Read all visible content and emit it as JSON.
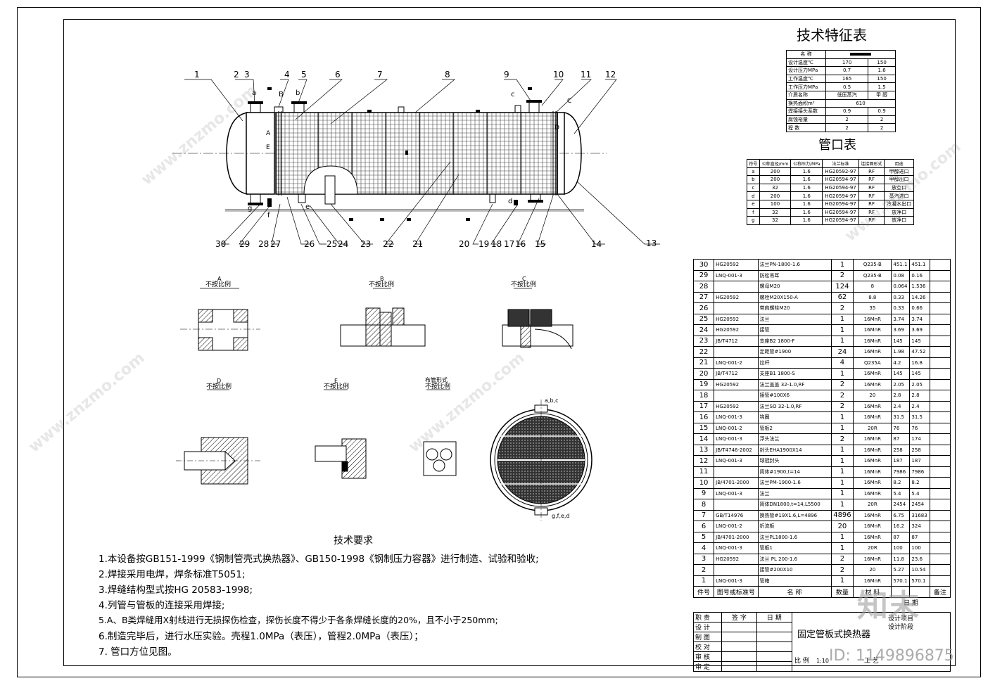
{
  "drawing": {
    "title": "固定管板式换热器",
    "scale_label": "比 例",
    "scale_value": "1:10",
    "id_text": "ID: 1149896875",
    "watermark": "www.znzmo.com",
    "logo_text": "知末"
  },
  "callouts": [
    "1",
    "2",
    "3",
    "4",
    "5",
    "6",
    "7",
    "8",
    "9",
    "10",
    "11",
    "12",
    "13",
    "14",
    "15",
    "16",
    "17",
    "18",
    "19",
    "20",
    "21",
    "22",
    "23",
    "24",
    "25",
    "26",
    "27",
    "28",
    "29",
    "30"
  ],
  "nozzle_letters": [
    "a",
    "b",
    "c",
    "d",
    "e",
    "f",
    "g",
    "A",
    "B",
    "C",
    "D",
    "E"
  ],
  "views": {
    "A": {
      "letter": "A",
      "note": "不按比例"
    },
    "B": {
      "letter": "B",
      "note": "不按比例"
    },
    "C": {
      "letter": "C",
      "note": "不按比例"
    },
    "D": {
      "letter": "D",
      "note": "不按比例"
    },
    "E": {
      "letter": "E",
      "note": "不按比例"
    },
    "layout": {
      "letter": "布管形式",
      "note": "不按比例"
    },
    "section_top": "a,b,c",
    "section_bottom": "g,f,e,d"
  },
  "tech_table": {
    "title": "技术特征表",
    "header": [
      "名 称",
      "",
      ""
    ],
    "rows": [
      [
        "设计温度℃",
        "170",
        "150"
      ],
      [
        "设计压力MPa",
        "0.7",
        "1.6"
      ],
      [
        "工作温度℃",
        "165",
        "150"
      ],
      [
        "工作压力MPa",
        "0.5",
        "1.5"
      ],
      [
        "介质名称",
        "低压蒸汽",
        "甲 醇"
      ],
      [
        "换热面积m²",
        "610",
        ""
      ],
      [
        "焊接接头系数",
        "0.9",
        "0.9"
      ],
      [
        "腐蚀裕量",
        "2",
        "2"
      ],
      [
        "程 数",
        "2",
        "2"
      ]
    ]
  },
  "nozzle_table": {
    "title": "管口表",
    "header": [
      "符号",
      "公称直径/mm",
      "公称压力/MPa",
      "法兰标准",
      "连接面形式",
      "用途"
    ],
    "rows": [
      [
        "a",
        "200",
        "1.6",
        "HG20592-97",
        "RF",
        "甲醇进口"
      ],
      [
        "b",
        "200",
        "1.6",
        "HG20594-97",
        "RF",
        "甲醇出口"
      ],
      [
        "c",
        "32",
        "1.6",
        "HG20594-97",
        "RF",
        "放空口"
      ],
      [
        "d",
        "200",
        "1.6",
        "HG20594-97",
        "RF",
        "蒸汽进口"
      ],
      [
        "e",
        "100",
        "1.6",
        "HG20594-97",
        "RF",
        "冷凝水出口"
      ],
      [
        "f",
        "32",
        "1.6",
        "HG20594-97",
        "RF",
        "放净口"
      ],
      [
        "g",
        "32",
        "1.6",
        "HG20594-97",
        "RF",
        "放净口"
      ]
    ]
  },
  "parts_table": {
    "header": [
      "件号",
      "图号或标准号",
      "名 称",
      "数量",
      "材 料",
      "",
      "",
      "备注"
    ],
    "rows": [
      [
        "30",
        "HG20592",
        "法兰PN-1800-1.6",
        "1",
        "Q235-B",
        "451.1",
        "451.1",
        ""
      ],
      [
        "29",
        "LNQ-001-3",
        "防松吊耳",
        "2",
        "Q235-B",
        "0.08",
        "0.16",
        ""
      ],
      [
        "28",
        "",
        "螺母M20",
        "124",
        "8",
        "0.064",
        "1.536",
        ""
      ],
      [
        "27",
        "HG20592",
        "螺栓M20X150-A",
        "62",
        "8.8",
        "0.33",
        "14.26",
        ""
      ],
      [
        "26",
        "",
        "带肩螺栓M20",
        "2",
        "35",
        "0.33",
        "0.66",
        ""
      ],
      [
        "25",
        "HG20592",
        "法兰",
        "1",
        "16MnR",
        "3.74",
        "3.74",
        ""
      ],
      [
        "24",
        "HG20592",
        "接管",
        "1",
        "16MnR",
        "3.69",
        "3.69",
        ""
      ],
      [
        "23",
        "JB/T4712",
        "支座B2 1800-F",
        "1",
        "16MnR",
        "145",
        "145",
        ""
      ],
      [
        "22",
        "",
        "定距管#1900",
        "24",
        "16MnR",
        "1.98",
        "47.52",
        ""
      ],
      [
        "21",
        "LNQ-001-2",
        "拉杆",
        "4",
        "Q235A",
        "4.2",
        "16.8",
        ""
      ],
      [
        "20",
        "JB/T4712",
        "支座B1 1800-S",
        "1",
        "16MnR",
        "145",
        "145",
        ""
      ],
      [
        "19",
        "HG20592",
        "法兰盖盖 32-1.0,RF",
        "2",
        "16MnR",
        "2.05",
        "2.05",
        ""
      ],
      [
        "18",
        "",
        "接管#100X6",
        "2",
        "20",
        "2.8",
        "2.8",
        ""
      ],
      [
        "17",
        "HG20592",
        "法兰SO 32-1.0,RF",
        "2",
        "16MnR",
        "2.4",
        "2.4",
        ""
      ],
      [
        "16",
        "LNQ-001-3",
        "钩圈",
        "1",
        "16MnR",
        "31.5",
        "31.5",
        ""
      ],
      [
        "15",
        "LNQ-001-2",
        "管板2",
        "1",
        "20R",
        "76",
        "76",
        ""
      ],
      [
        "14",
        "LNQ-001-3",
        "浮头法兰",
        "2",
        "16MnR",
        "87",
        "174",
        ""
      ],
      [
        "13",
        "JB/T4746-2002",
        "封头EHA1900X14",
        "1",
        "16MnR",
        "258",
        "258",
        ""
      ],
      [
        "12",
        "LNQ-001-3",
        "球冠封头",
        "1",
        "16MnR",
        "187",
        "187",
        ""
      ],
      [
        "11",
        "",
        "简体#1900,t=14",
        "1",
        "16MnR",
        "7986",
        "7986",
        ""
      ],
      [
        "10",
        "JB/4701-2000",
        "法兰PM-1900-1.6",
        "1",
        "16MnR",
        "8.2",
        "8.2",
        ""
      ],
      [
        "9",
        "LNQ-001-3",
        "法兰",
        "1",
        "16MnR",
        "5.4",
        "5.4",
        ""
      ],
      [
        "8",
        "",
        "简体DN1800,t=14,L5500",
        "1",
        "20R",
        "2454",
        "2454",
        ""
      ],
      [
        "7",
        "GB/T14976",
        "换热管#19X1.6,L=4896",
        "4896",
        "16MnR",
        "6.75",
        "31683",
        ""
      ],
      [
        "6",
        "LNQ-001-2",
        "折流板",
        "20",
        "16MnR",
        "16.2",
        "324",
        ""
      ],
      [
        "5",
        "JB/4701-2000",
        "法兰PL1800-1.6",
        "1",
        "16MnR",
        "87",
        "87",
        ""
      ],
      [
        "4",
        "LNQ-001-3",
        "管板1",
        "1",
        "20R",
        "100",
        "100",
        ""
      ],
      [
        "3",
        "HG20592",
        "法兰 PL 200-1.6",
        "2",
        "16MnR",
        "11.8",
        "23.6",
        ""
      ],
      [
        "2",
        "",
        "接管#200X10",
        "2",
        "20",
        "5.27",
        "10.54",
        ""
      ],
      [
        "1",
        "LNQ-001-3",
        "管箱",
        "1",
        "16MnR",
        "570.1",
        "570.1",
        ""
      ]
    ]
  },
  "title_block": {
    "rows_left": [
      "职 责",
      "设 计",
      "制 图",
      "校 对",
      "审 核",
      "审 定"
    ],
    "col_sign": "签 字",
    "col_date": "日 期",
    "right_top": "日 期",
    "right_a": "设计项目",
    "right_b": "设计阶段",
    "bottom_right": "工 艺"
  },
  "requirements": {
    "title": "技术要求",
    "items": [
      "1.本设备按GB151-1999《钢制管壳式换热器》、GB150-1998《钢制压力容器》进行制造、试验和验收;",
      "2.焊接采用电焊，焊条标准T5051;",
      "3.焊缝结构型式按HG 20583-1998;",
      "4.列管与管板的连接采用焊接;",
      "5.A、B类焊缝用X射线进行无损探伤检查，探伤长度不得少于各条焊缝长度的20%，且不小于250mm;",
      "6.制造完毕后，进行水压实验。壳程1.0MPa（表压），管程2.0MPa（表压）；",
      "7. 管口方位见图。"
    ]
  }
}
